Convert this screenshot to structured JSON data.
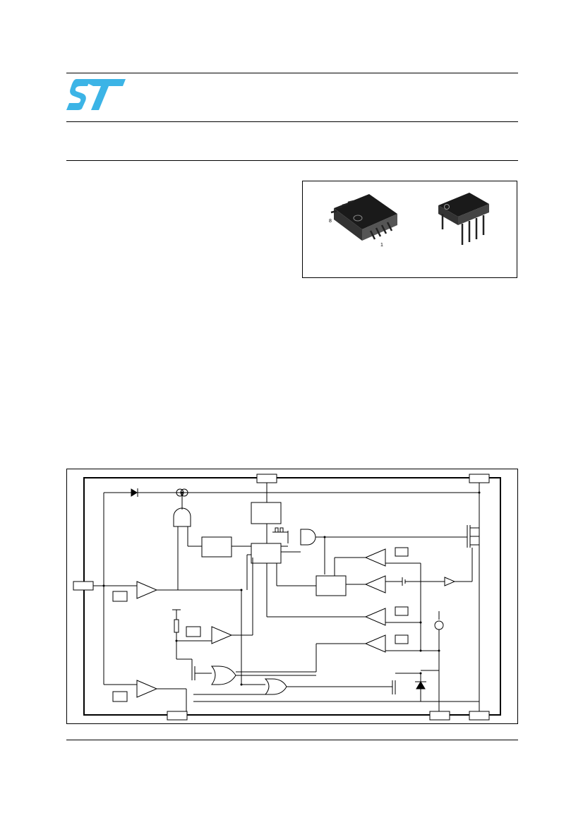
{
  "brand": {
    "logo_name": "st-logo",
    "color": "#3CB4E6"
  },
  "packages": {
    "smd_pin_labels": [
      "8",
      "1"
    ]
  },
  "diagram": {
    "icons": [
      "diode-icon",
      "current-source-icon",
      "and-gate-icon",
      "or-gate-icon",
      "comparator-icon",
      "mosfet-icon",
      "zener-icon",
      "battery-icon",
      "resistor-icon"
    ]
  }
}
